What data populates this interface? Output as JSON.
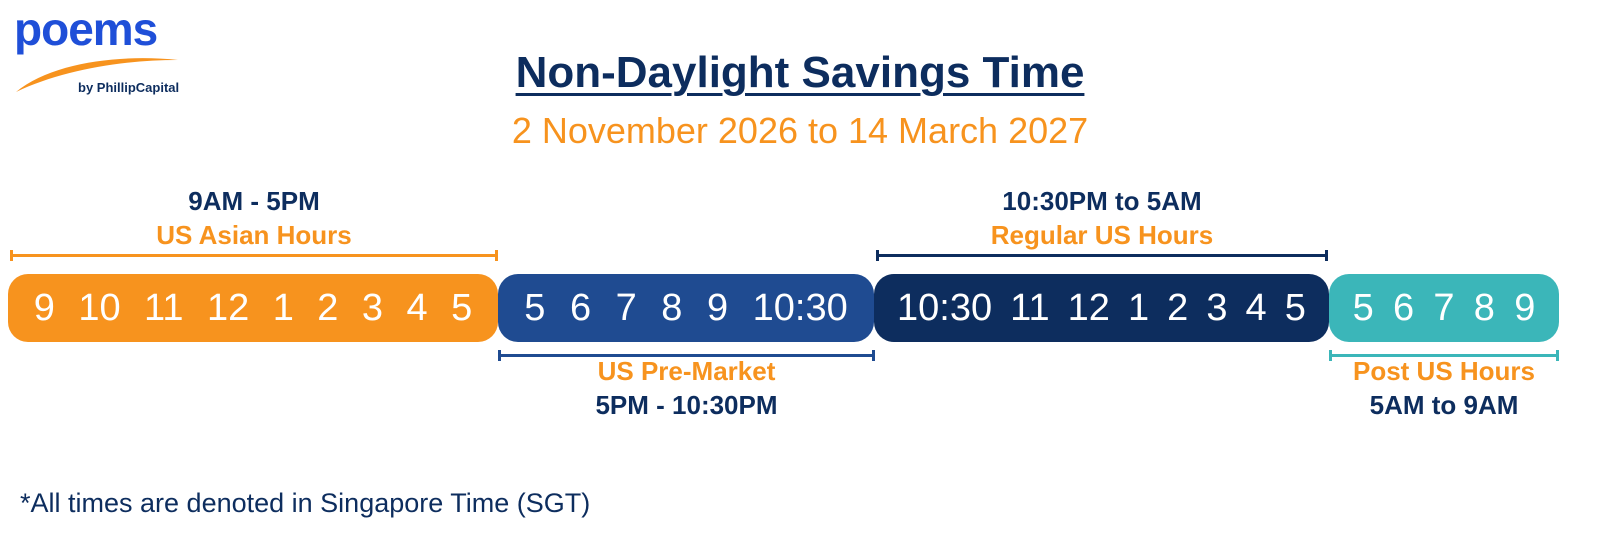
{
  "logo": {
    "word": "poems",
    "tagline": "by PhillipCapital"
  },
  "title": "Non-Daylight Savings Time",
  "subtitle": "2 November 2026 to 14 March 2027",
  "colors": {
    "orange": "#f7931e",
    "blue": "#1f4b91",
    "navy": "#0d2d5e",
    "teal": "#3bb6b9"
  },
  "segments": [
    {
      "key": "asian",
      "name": "US Asian Hours",
      "time": "9AM - 5PM",
      "hours": [
        "9",
        "10",
        "11",
        "12",
        "1",
        "2",
        "3",
        "4",
        "5"
      ]
    },
    {
      "key": "premarket",
      "name": "US Pre-Market",
      "time": "5PM - 10:30PM",
      "hours": [
        "5",
        "6",
        "7",
        "8",
        "9",
        "10:30"
      ]
    },
    {
      "key": "regular",
      "name": "Regular US Hours",
      "time": "10:30PM to 5AM",
      "hours": [
        "10:30",
        "11",
        "12",
        "1",
        "2",
        "3",
        "4",
        "5"
      ]
    },
    {
      "key": "post",
      "name": "Post US Hours",
      "time": "5AM to 9AM",
      "hours": [
        "5",
        "6",
        "7",
        "8",
        "9"
      ]
    }
  ],
  "footnote": "*All times are denoted in Singapore Time (SGT)"
}
